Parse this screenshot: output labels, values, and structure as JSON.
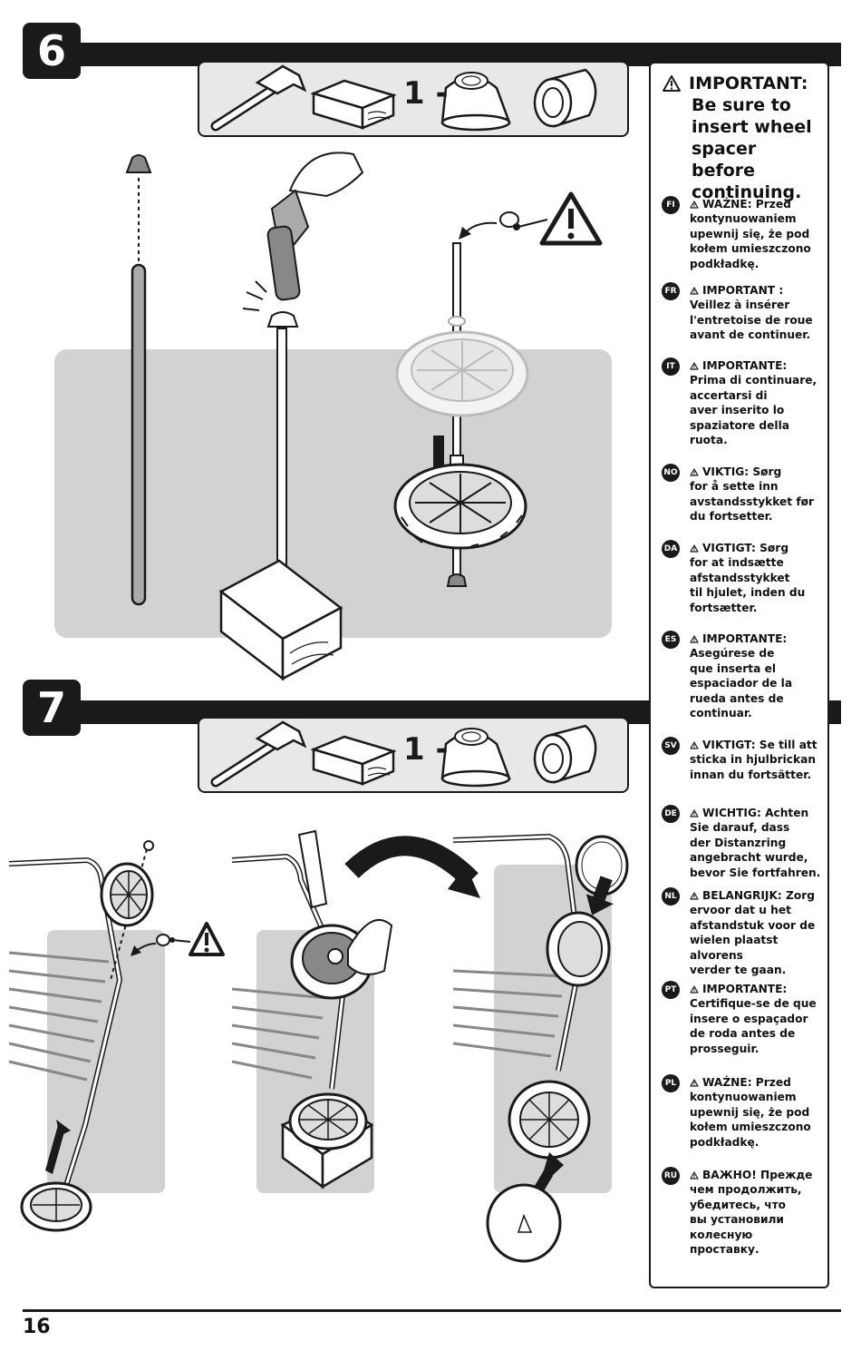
{
  "steps": [
    {
      "number": "6",
      "quantity": "1 -"
    },
    {
      "number": "7",
      "quantity": "1 -"
    }
  ],
  "important": {
    "icon": "warning-triangle-icon",
    "title": "IMPORTANT:",
    "lines": [
      "Be sure to",
      "insert wheel",
      "spacer before",
      "continuing."
    ]
  },
  "translations": [
    {
      "code": "FI",
      "label": "WAŻNE:",
      "lines": [
        "WAŻNE: Przed",
        "kontynuowaniem",
        "upewnij się, że pod",
        "kołem umieszczono",
        "podkładkę."
      ]
    },
    {
      "code": "FR",
      "lines": [
        "IMPORTANT :",
        "Veillez à insérer",
        "l'entretoise de roue",
        "avant de continuer."
      ]
    },
    {
      "code": "IT",
      "lines": [
        "IMPORTANTE:",
        "Prima di continuare,",
        "accertarsi di",
        "aver inserito lo",
        "spaziatore della",
        "ruota."
      ]
    },
    {
      "code": "NO",
      "lines": [
        "VIKTIG: Sørg",
        "for å sette inn",
        "avstandsstykket før",
        "du fortsetter."
      ]
    },
    {
      "code": "DA",
      "lines": [
        "VIGTIGT: Sørg",
        "for at indsætte",
        "afstandsstykket",
        "til hjulet, inden du",
        "fortsætter."
      ]
    },
    {
      "code": "ES",
      "lines": [
        "IMPORTANTE:",
        "Asegúrese de",
        "que inserta el",
        "espaciador de la",
        "rueda antes de",
        "continuar."
      ]
    },
    {
      "code": "SV",
      "lines": [
        "VIKTIGT: Se till att",
        "sticka in hjulbrickan",
        "innan du fortsätter."
      ]
    },
    {
      "code": "DE",
      "lines": [
        "WICHTIG: Achten",
        "Sie darauf, dass",
        "der Distanzring",
        "angebracht wurde,",
        "bevor Sie fortfahren."
      ]
    },
    {
      "code": "NL",
      "lines": [
        "BELANGRIJK: Zorg",
        "ervoor dat u het",
        "afstandstuk voor de",
        "wielen plaatst alvorens",
        "verder te gaan."
      ]
    },
    {
      "code": "PT",
      "lines": [
        "IMPORTANTE:",
        "Certifique-se de que",
        "insere o espaçador",
        "de roda antes de",
        "prosseguir."
      ]
    },
    {
      "code": "PL",
      "lines": [
        "WAŻNE: Przed",
        "kontynuowaniem",
        "upewnij się, że pod",
        "kołem umieszczono",
        "podkładkę."
      ]
    },
    {
      "code": "RU",
      "lines": [
        "ВАЖНО! Прежде",
        "чем продолжить,",
        "убедитесь, что",
        "вы установили",
        "колесную",
        "проставку."
      ]
    }
  ],
  "page_number": "16"
}
